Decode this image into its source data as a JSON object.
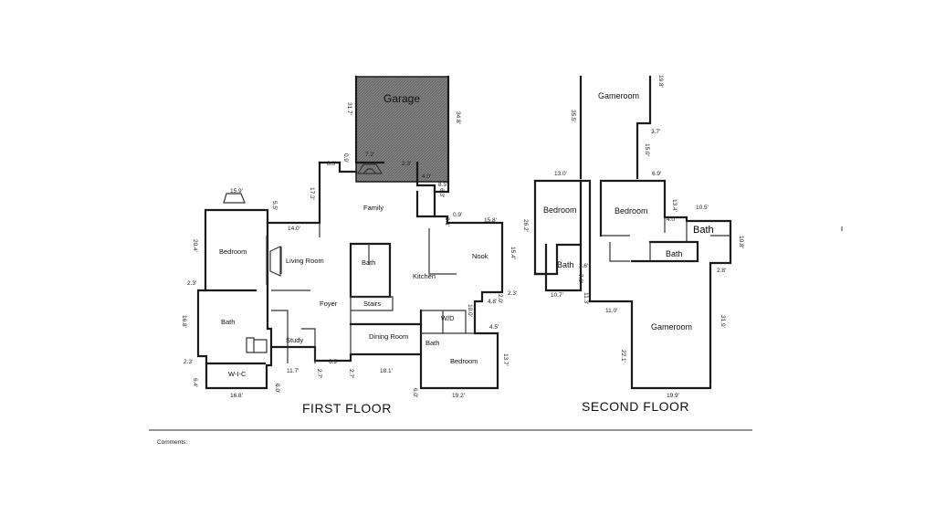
{
  "rooms_first": {
    "garage": "Garage",
    "family": "Family",
    "bedroom_left": "Bedroom",
    "living_room": "Living Room",
    "bath_left": "Bath",
    "foyer": "Foyer",
    "bath_center": "Bath",
    "stairs": "Stairs",
    "kitchen": "Kitchen",
    "nook": "Nook",
    "study": "Study",
    "dining_room": "Dining Room",
    "wic": "W-I-C",
    "wd": "W/D",
    "bath_right": "Bath",
    "bedroom_right": "Bedroom"
  },
  "rooms_second": {
    "gameroom_top": "Gameroom",
    "bedroom_a": "Bedroom",
    "bedroom_b": "Bedroom",
    "bath_label_large": "Bath",
    "bath_a": "Bath",
    "bath_b": "Bath",
    "gameroom_bottom": "Gameroom"
  },
  "dims_first": {
    "d31_7": "31.7'",
    "d34_8": "34.8'",
    "d7_2": "7.2'",
    "d2_3a": "2.3'",
    "d4_0": "4.0'",
    "d8_5": "8.5'",
    "d8_3": "8.3'",
    "d0_9": "0.9'",
    "d17_3": "17.3'",
    "d15_9": "15.9'",
    "d5_5": "5.5'",
    "d6_3": "6.3'",
    "d14_0": "14.0'",
    "d3_1": "3.1'",
    "d0_9b": "0.9'",
    "d15_8": "15.8'",
    "d20_4": "20.4'",
    "d15_4": "15.4'",
    "d2_3b": "2.3'",
    "d4_8": "4.8'",
    "d2_0": "2.0'",
    "d2_3c": "2.3'",
    "d10_0": "10.0'",
    "d16_8": "16.8'",
    "d4_5": "4.5'",
    "d13_7": "13.7'",
    "d2_3d": "2.3'",
    "d6_4": "6.4'",
    "d11_7": "11.7'",
    "d2_7a": "2.7'",
    "d6_9": "6.9'",
    "d2_7b": "2.7'",
    "d18_1": "18.1'",
    "d16_8b": "16.8'",
    "d6_0": "6.0'",
    "d6_0b": "6.0'",
    "d19_2": "19.2'"
  },
  "dims_second": {
    "d19_8": "19.8'",
    "d35_5": "35.5'",
    "d3_7": "3.7'",
    "d15_0": "15.0'",
    "d13_0": "13.0'",
    "d6_9": "6.9'",
    "d13_4": "13.4'",
    "d10_5": "10.5'",
    "d26_2": "26.2'",
    "d4_0": "4.0'",
    "d10_8": "10.8'",
    "d3_6": "3.6'",
    "d7_0": "7.0'",
    "d2_8": "2.8'",
    "d10_7": "10.7'",
    "d11_3": "11.3'",
    "d11_0": "11.0'",
    "d31_9": "31.9'",
    "d22_1": "22.1'",
    "d19_9": "19.9'"
  },
  "titles": {
    "first_floor": "FIRST FLOOR",
    "second_floor": "SECOND FLOOR"
  },
  "footer": {
    "comments_label": "Comments:"
  },
  "colors": {
    "garage_fill": "#6b6b6b",
    "wall": "#1a1a1a"
  }
}
